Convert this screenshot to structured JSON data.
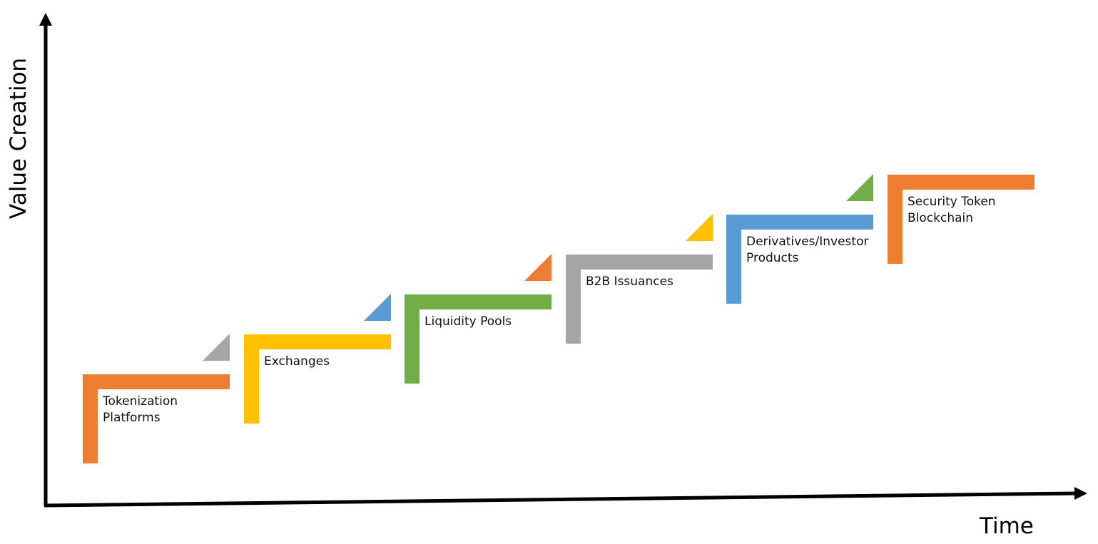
{
  "diagram": {
    "y_axis_label": "Value Creation",
    "x_axis_label": "Time",
    "colors": {
      "orange": "#ED7D31",
      "gray": "#A5A5A5",
      "yellow": "#FFC000",
      "blue": "#5B9BD5",
      "green": "#70AD47",
      "axis": "#000000"
    },
    "steps": [
      {
        "label": "Tokenization\nPlatforms",
        "step_color": "orange",
        "marker_color": "gray"
      },
      {
        "label": "Exchanges",
        "step_color": "yellow",
        "marker_color": "blue"
      },
      {
        "label": "Liquidity Pools",
        "step_color": "green",
        "marker_color": "orange"
      },
      {
        "label": "B2B Issuances",
        "step_color": "gray",
        "marker_color": "yellow"
      },
      {
        "label": "Derivatives/Investor\nProducts",
        "step_color": "blue",
        "marker_color": "green"
      },
      {
        "label": "Security Token\nBlockchain",
        "step_color": "orange",
        "marker_color": null
      }
    ]
  }
}
